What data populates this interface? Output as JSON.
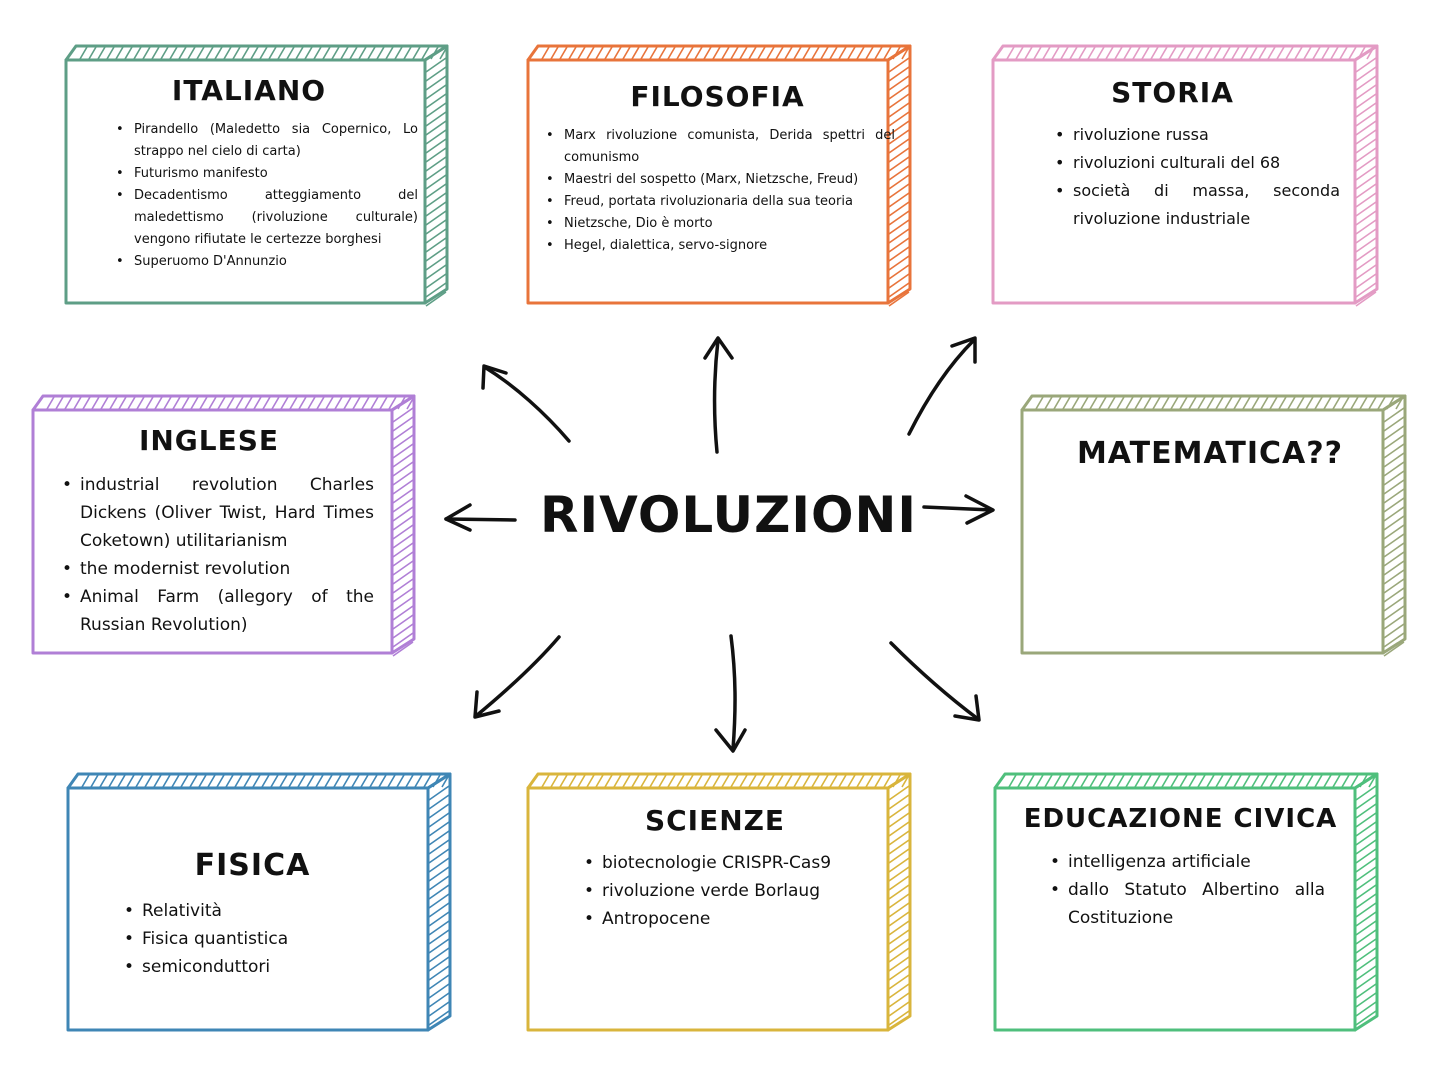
{
  "center": {
    "title": "RIVOLUZIONI"
  },
  "cards": {
    "italiano": {
      "title": "ITALIANO",
      "color": "#5e9e86",
      "items": [
        "Pirandello (Maledetto sia Copernico, Lo strappo nel cielo di carta)",
        "Futurismo manifesto",
        "Decadentismo atteggiamento del maledettismo (rivoluzione culturale) vengono rifiutate le certezze borghesi",
        "Superuomo D'Annunzio"
      ]
    },
    "filosofia": {
      "title": "FILOSOFIA",
      "color": "#e8743b",
      "items": [
        "Marx rivoluzione comunista, Derida spettri del comunismo",
        "Maestri del sospetto (Marx, Nietzsche, Freud)",
        "Freud, portata rivoluzionaria della sua teoria",
        "Nietzsche, Dio è morto",
        "Hegel, dialettica, servo-signore"
      ]
    },
    "storia": {
      "title": "STORIA",
      "color": "#e39bc4",
      "items": [
        "rivoluzione russa",
        "rivoluzioni culturali del 68",
        "società di massa, seconda rivoluzione industriale"
      ]
    },
    "inglese": {
      "title": "INGLESE",
      "color": "#b07fd6",
      "items": [
        "industrial revolution Charles Dickens (Oliver Twist, Hard Times Coketown) utilitarianism",
        "the modernist revolution",
        "Animal Farm (allegory of the Russian Revolution)"
      ]
    },
    "matematica": {
      "title": "MATEMATICA??",
      "color": "#9aa77a",
      "items": []
    },
    "fisica": {
      "title": "FISICA",
      "color": "#3f86b5",
      "items": [
        "Relatività",
        "Fisica quantistica",
        "semiconduttori"
      ]
    },
    "scienze": {
      "title": "SCIENZE",
      "color": "#d9b53c",
      "items": [
        "biotecnologie CRISPR-Cas9",
        "rivoluzione verde Borlaug",
        "Antropocene"
      ]
    },
    "educazione_civica": {
      "title": "EDUCAZIONE CIVICA",
      "color": "#4fbf7c",
      "items": [
        "intelligenza artificiale",
        "dallo Statuto Albertino alla Costituzione"
      ]
    }
  }
}
